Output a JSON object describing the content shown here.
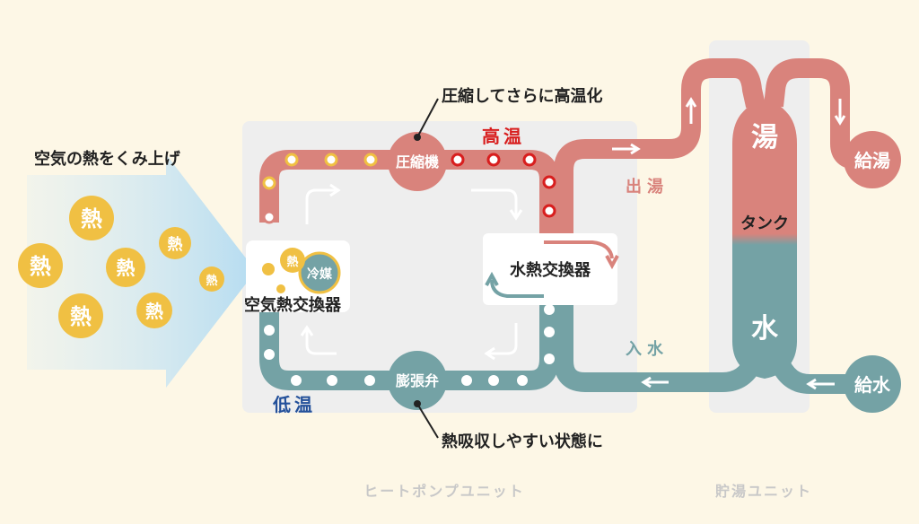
{
  "colors": {
    "background": "#fdf7e6",
    "unit_panel": "#eeeeee",
    "hot": "#d9837c",
    "cold": "#74a2a5",
    "heat_ball": "#f0c043",
    "text": "#222222",
    "hot_text": "#d81e1e",
    "cold_text": "#23509a",
    "unit_label": "#c8c8c8"
  },
  "labels": {
    "air_heat": "空気の熱をくみ上げ",
    "compress_note": "圧縮してさらに高温化",
    "absorb_note": "熱吸収しやすい状態に",
    "high_temp": "高温",
    "low_temp": "低温",
    "compressor": "圧縮機",
    "expansion_valve": "膨張弁",
    "air_hx": "空気熱交換器",
    "water_hx": "水熱交換器",
    "refrigerant": "冷媒",
    "heat": "熱",
    "hot_out": "出湯",
    "water_in": "入水",
    "hot_water": "湯",
    "tank": "タンク",
    "water": "水",
    "supply_hot": "給湯",
    "supply_water": "給水",
    "heat_pump_unit": "ヒートポンプユニット",
    "storage_unit": "貯湯ユニット"
  },
  "icons": {
    "flow_arrow": "arrow-icon",
    "heat_ball": "heat-ball-icon",
    "refrigerant_dot": "refrigerant-dot-icon"
  }
}
